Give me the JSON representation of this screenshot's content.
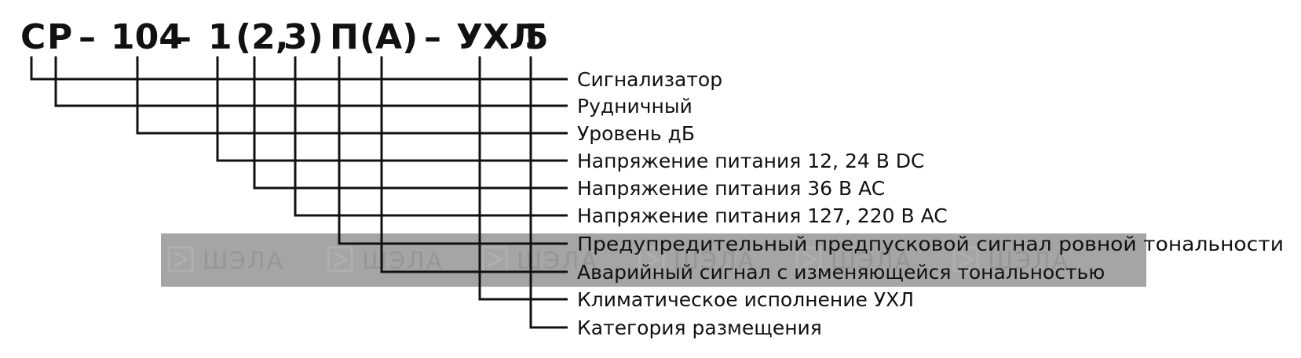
{
  "code": {
    "parts": [
      "С",
      "Р",
      "–",
      "104",
      "–",
      "1",
      "(2,",
      "3)",
      "П",
      "(А)",
      "–",
      "УХЛ",
      "5"
    ]
  },
  "labels": [
    "Сигнализатор",
    "Рудничный",
    "Уровень дБ",
    "Напряжение питания 12, 24 В DC",
    "Напряжение питания 36 В AC",
    "Напряжение питания 127, 220 В AC",
    "Предупредительный предпусковой сигнал ровной тональности",
    "Аварийный сигнал с изменяющейся тональностью",
    "Климатическое исполнение УХЛ",
    "Категория размещения"
  ],
  "watermark": {
    "text": "ШЭЛА"
  },
  "colors": {
    "line": "#111111",
    "text": "#111111",
    "watermark_band": "#8c8c8c"
  }
}
